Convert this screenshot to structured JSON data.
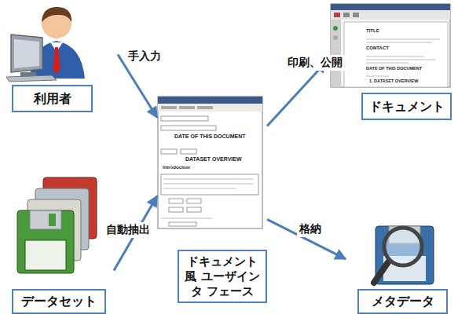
{
  "diagram": {
    "nodes": [
      {
        "text": [
          "利用者"
        ]
      },
      {
        "text": [
          "ドキュメント風 ユーザインタ フェース"
        ]
      },
      {
        "text": [
          "ドキュメント"
        ]
      },
      {
        "text": [
          "データセット"
        ]
      },
      {
        "text": [
          "メタデータ"
        ]
      }
    ],
    "edges": [
      {
        "from": 0,
        "to": 1,
        "label": "手入力",
        "arrow": "to"
      },
      {
        "from": 3,
        "to": 1,
        "label": "自動抽出",
        "arrow": "to"
      },
      {
        "from": 1,
        "to": 2,
        "label": "印刷、公開",
        "arrow": "to"
      },
      {
        "from": 1,
        "to": 4,
        "label": "格納",
        "arrow": "to"
      }
    ],
    "labels": [
      "DATE OF THIS DOCUMENT",
      "DATASET OVERVIEW",
      "Introduction",
      "TITLE",
      "CONTACT",
      "DATE OF THIS DOCUMENT",
      "1. DATASET OVERVIEW"
    ]
  }
}
